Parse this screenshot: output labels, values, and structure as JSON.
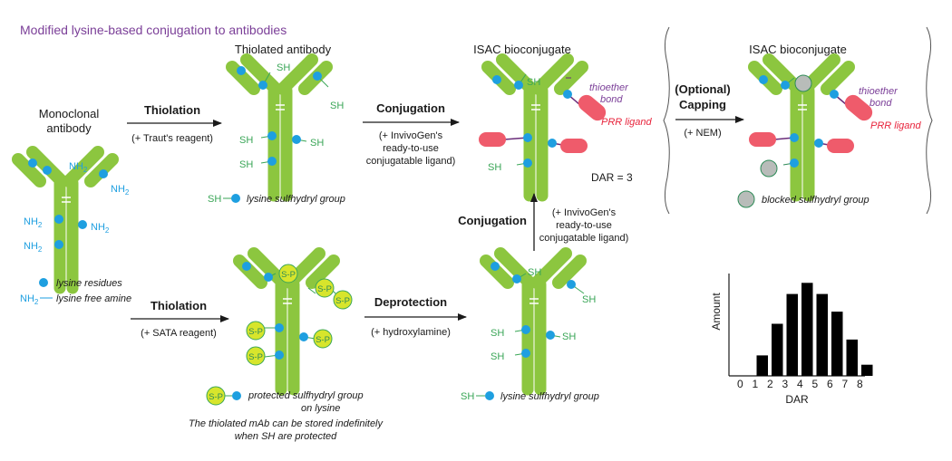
{
  "title": "Modified lysine-based conjugation to antibodies",
  "colors": {
    "title": "#7b3f98",
    "antibody": "#8cc63f",
    "lysine": "#1e9fe0",
    "sh_text": "#3aa657",
    "amine_text": "#1e9fe0",
    "ligand": "#ef5b6b",
    "ligand_text": "#e8243c",
    "thioether_text": "#7b3f98",
    "linker": "#6a2c7a",
    "protected": "#d7e52c",
    "blocked": "#b8bcb9",
    "bars": "#000000"
  },
  "monoclonal": {
    "label_1": "Monoclonal",
    "label_2": "antibody",
    "nh2": "NH2"
  },
  "legend_mab": {
    "residues": "lysine residues",
    "amine": "lysine free amine"
  },
  "thiolated": {
    "title": "Thiolated antibody",
    "sh": "SH",
    "legend": "lysine sulfhydryl group"
  },
  "step1": {
    "title": "Thiolation",
    "sub": "(+ Traut's reagent)"
  },
  "step2": {
    "title": "Conjugation",
    "sub_1": "(+ InvivoGen's",
    "sub_2": "ready-to-use",
    "sub_3": "conjugatable ligand)"
  },
  "isac1": {
    "title": "ISAC bioconjugate",
    "thioether_1": "thioether",
    "thioether_2": "bond",
    "ligand": "PRR ligand",
    "dar": "DAR = 3"
  },
  "step3": {
    "title_1": "(Optional)",
    "title_2": "Capping",
    "sub": "(+ NEM)"
  },
  "isac2": {
    "title": "ISAC bioconjugate",
    "thioether_1": "thioether",
    "thioether_2": "bond",
    "ligand": "PRR ligand",
    "blocked": "blocked sulfhydryl group"
  },
  "step4": {
    "title": "Thiolation",
    "sub": "(+ SATA reagent)"
  },
  "protected": {
    "sp": "S-P",
    "legend_1": "protected sulfhydryl group",
    "legend_2": "on lysine",
    "note_1": "The thiolated mAb can be stored indefinitely",
    "note_2": "when SH are protected"
  },
  "step5": {
    "title": "Deprotection",
    "sub": "(+ hydroxylamine)"
  },
  "deprotected": {
    "sh": "SH",
    "legend": "lysine sulfhydryl group"
  },
  "step6": {
    "title": "Conjugation",
    "sub_1": "(+ InvivoGen's",
    "sub_2": "ready-to-use",
    "sub_3": "conjugatable ligand)"
  },
  "chart_data": {
    "type": "bar",
    "categories": [
      "0",
      "1",
      "2",
      "3",
      "4",
      "5",
      "6",
      "7",
      "8"
    ],
    "values": [
      0,
      2.2,
      5.6,
      8.8,
      10,
      8.8,
      6.9,
      3.9,
      1.2
    ],
    "xlabel": "DAR",
    "ylabel": "Amount",
    "ylim": [
      0,
      11
    ],
    "grid": false
  }
}
